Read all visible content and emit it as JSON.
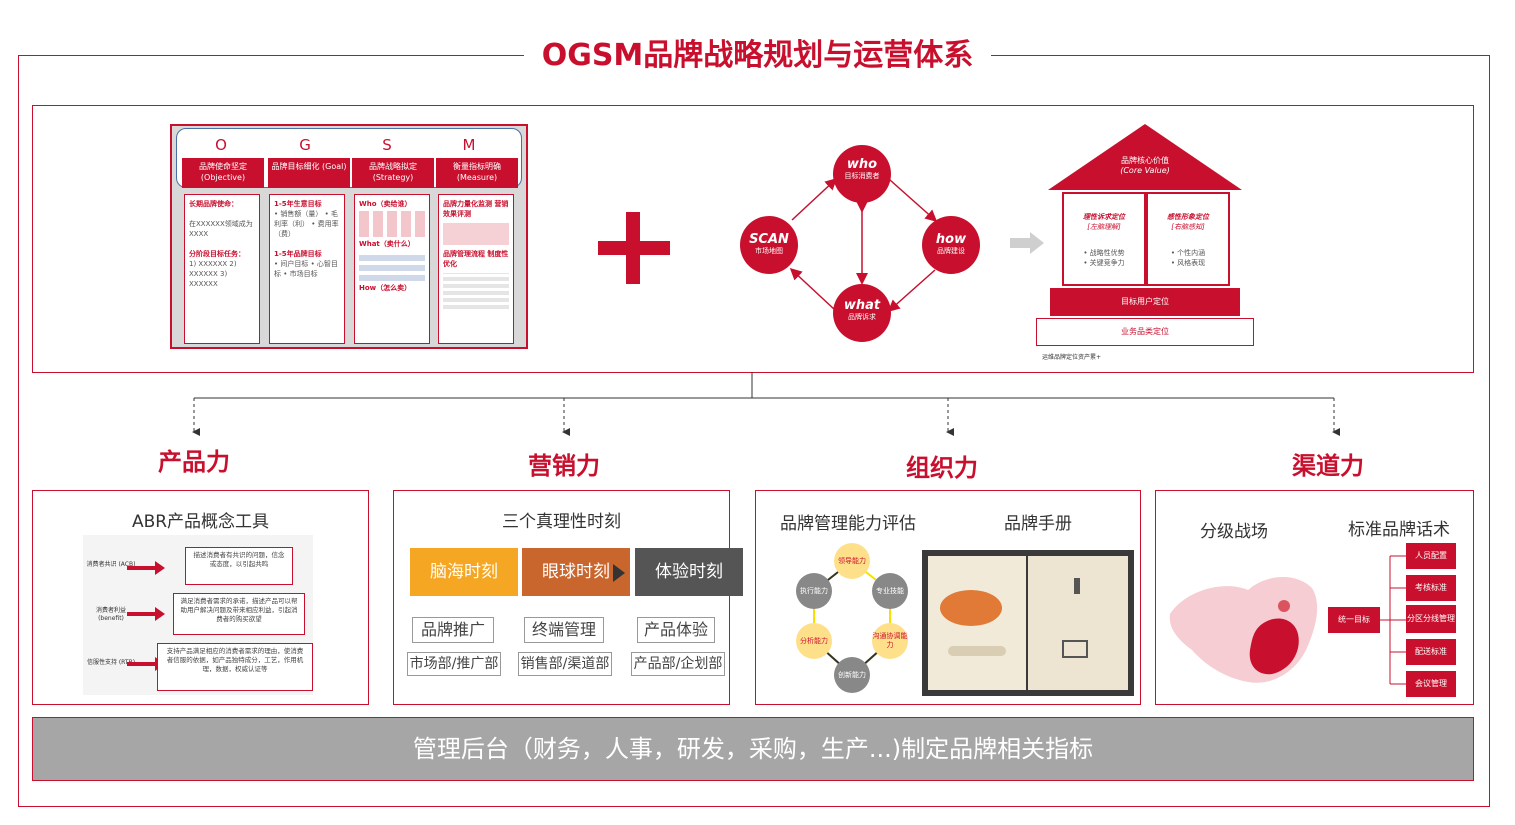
{
  "title": "OGSM品牌战略规划与运营体系",
  "ogsm": {
    "letters": [
      "O",
      "G",
      "S",
      "M"
    ],
    "heads": [
      "品牌使命坚定 (Objective)",
      "品牌目标细化 (Goal)",
      "品牌战略拟定 (Strategy)",
      "衡量指标明确 (Measure)"
    ],
    "col_o": {
      "h1": "长期品牌使命：",
      "t1": "在XXXXXX领域成为XXXX",
      "h2": "分阶段目标任务：",
      "t2": "1) XXXXXX 2) XXXXXX 3) XXXXXX"
    },
    "col_g": {
      "h1": "1-5年生意目标",
      "t1": "• 销售额（量） • 毛利率（利） • 费用率（费）",
      "h2": "1-5年品牌目标",
      "t2": "• 间户目标 • 心智目标 • 市场目标"
    },
    "col_s": {
      "a": "Who（卖给谁）",
      "b": "What（卖什么）",
      "c": "How（怎么卖）"
    },
    "col_m": {
      "a": "品牌力量化监测 营销效果评测",
      "b": "品牌管理流程 制度性优化"
    }
  },
  "scan": {
    "who": {
      "t": "who",
      "s": "目标消费者"
    },
    "scan": {
      "t": "SCAN",
      "s": "市场地图"
    },
    "how": {
      "t": "how",
      "s": "品牌建设"
    },
    "what": {
      "t": "what",
      "s": "品牌诉求"
    }
  },
  "house": {
    "roof_title": "品牌核心价值",
    "roof_sub": "(Core Value)",
    "left_title": "理性诉求定位",
    "left_sub": "[左脑理解]",
    "left_items": [
      "战略性优势",
      "关键竞争力"
    ],
    "right_title": "感性形象定位",
    "right_sub": "[右脑感知]",
    "right_items": [
      "个性内涵",
      "风格表现"
    ],
    "base1": "目标用户定位",
    "base2": "业务品类定位",
    "note": "运维品牌定位资产累+"
  },
  "sections": [
    "产品力",
    "营销力",
    "组织力",
    "渠道力"
  ],
  "product": {
    "title": "ABR产品概念工具",
    "labels": [
      "消费者共识 (ACB)",
      "消费者利益 (benefit)",
      "信服性支持 (RTB)"
    ],
    "tiers": [
      "描述消费者有共识的问题，信念或态度，以引起共鸣",
      "满足消费者需求的承诺，描述产品可以帮助用户解决问题及带来相应利益，引起消费者的购买欲望",
      "支持产品满足相应的消费者需求的理由，使消费者信服的依据，如产品独特成分，工艺，作用机理，数据，权威认证等"
    ]
  },
  "marketing": {
    "title": "三个真理性时刻",
    "stages": [
      "脑海时刻",
      "眼球时刻",
      "体验时刻"
    ],
    "row1": [
      "品牌推广",
      "终端管理",
      "产品体验"
    ],
    "row2": [
      "市场部/推广部",
      "销售部/渠道部",
      "产品部/企划部"
    ]
  },
  "org": {
    "title1": "品牌管理能力评估",
    "title2": "品牌手册",
    "nodes": [
      "领导能力",
      "专业技能",
      "沟通协调能力",
      "创新能力",
      "分析能力",
      "执行能力"
    ]
  },
  "channel": {
    "title1": "分级战场",
    "title2": "标准品牌话术",
    "root": "统一目标",
    "items": [
      "人员配置",
      "考核标准",
      "分区分线管理",
      "配送标准",
      "会议管理"
    ]
  },
  "bottom": "管理后台（财务，人事，研发，采购，生产...)制定品牌相关指标",
  "colors": {
    "accent": "#c8102e",
    "gray": "#a6a6a6",
    "orange": "#f5a623",
    "brown": "#d2691e",
    "dark": "#555555"
  }
}
